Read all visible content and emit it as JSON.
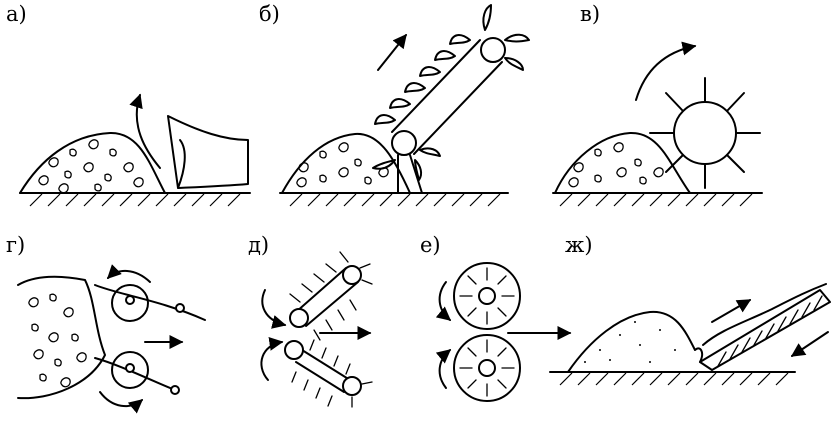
{
  "panels": [
    {
      "label": "а)"
    },
    {
      "label": "б)"
    },
    {
      "label": "в)"
    },
    {
      "label": "г)"
    },
    {
      "label": "д)"
    },
    {
      "label": "е)"
    },
    {
      "label": "ж)"
    }
  ]
}
